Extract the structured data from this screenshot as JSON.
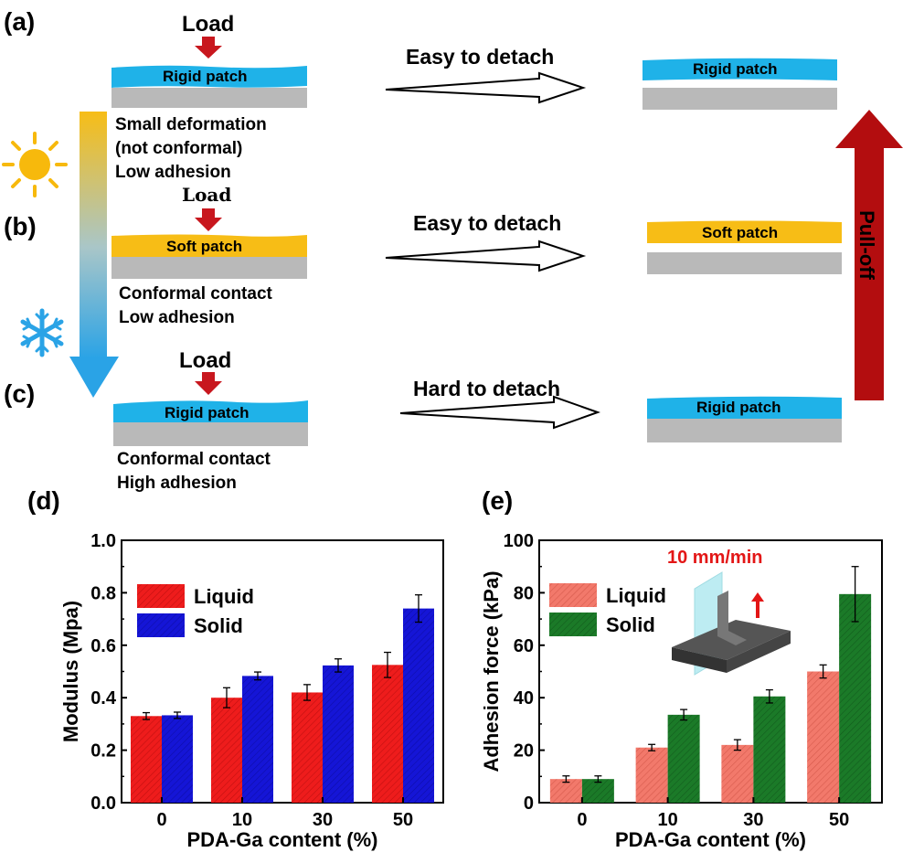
{
  "schematic": {
    "panel_a": {
      "letter": "(a)",
      "load": "Load",
      "patch": "Rigid patch",
      "desc": [
        "Small deformation",
        "(not conformal)",
        "Low adhesion"
      ],
      "arrow_text": "Easy to detach",
      "result_patch": "Rigid patch"
    },
    "panel_b": {
      "letter": "(b)",
      "load": "Load",
      "patch": "Soft patch",
      "desc": [
        "Conformal contact",
        "Low adhesion"
      ],
      "arrow_text": "Easy to detach",
      "result_patch": "Soft patch"
    },
    "panel_c": {
      "letter": "(c)",
      "load": "Load",
      "patch": "Rigid patch",
      "desc": [
        "Conformal contact",
        "High adhesion"
      ],
      "arrow_text": "Hard to detach",
      "result_patch": "Rigid patch"
    },
    "pull_off": "Pull-off",
    "colors": {
      "rigid": "#1fb2e8",
      "soft": "#f7bd16",
      "substrate": "#b9b9b9",
      "load_arrow": "#c8171e",
      "pull_arrow": "#b30d0f"
    }
  },
  "chart_data": [
    {
      "type": "bar",
      "panel": "(d)",
      "xlabel": "PDA-Ga content (%)",
      "ylabel": "Modulus (Mpa)",
      "categories": [
        "0",
        "10",
        "30",
        "50"
      ],
      "ylim": [
        0.0,
        1.0
      ],
      "yticks": [
        "0.0",
        "0.2",
        "0.4",
        "0.6",
        "0.8",
        "1.0"
      ],
      "legend_position": "upper-left",
      "series": [
        {
          "name": "Liquid",
          "color": "#ee1c1c",
          "values": [
            0.33,
            0.4,
            0.42,
            0.525
          ],
          "errors": [
            0.013,
            0.038,
            0.03,
            0.048
          ]
        },
        {
          "name": "Solid",
          "color": "#1515d6",
          "values": [
            0.333,
            0.483,
            0.523,
            0.74
          ],
          "errors": [
            0.012,
            0.015,
            0.025,
            0.052
          ]
        }
      ]
    },
    {
      "type": "bar",
      "panel": "(e)",
      "xlabel": "PDA-Ga content (%)",
      "ylabel": "Adhesion force (kPa)",
      "categories": [
        "0",
        "10",
        "30",
        "50"
      ],
      "ylim": [
        0,
        100
      ],
      "yticks": [
        "0",
        "20",
        "40",
        "60",
        "80",
        "100"
      ],
      "legend_position": "upper-left",
      "annotation": "10 mm/min",
      "series": [
        {
          "name": "Liquid",
          "color": "#f2796b",
          "values": [
            9,
            21,
            22,
            50
          ],
          "errors": [
            1.2,
            1.2,
            2.0,
            2.5
          ]
        },
        {
          "name": "Solid",
          "color": "#1b7a28",
          "values": [
            9,
            33.5,
            40.5,
            79.5
          ],
          "errors": [
            1.2,
            2.0,
            2.5,
            10.5
          ]
        }
      ]
    }
  ]
}
